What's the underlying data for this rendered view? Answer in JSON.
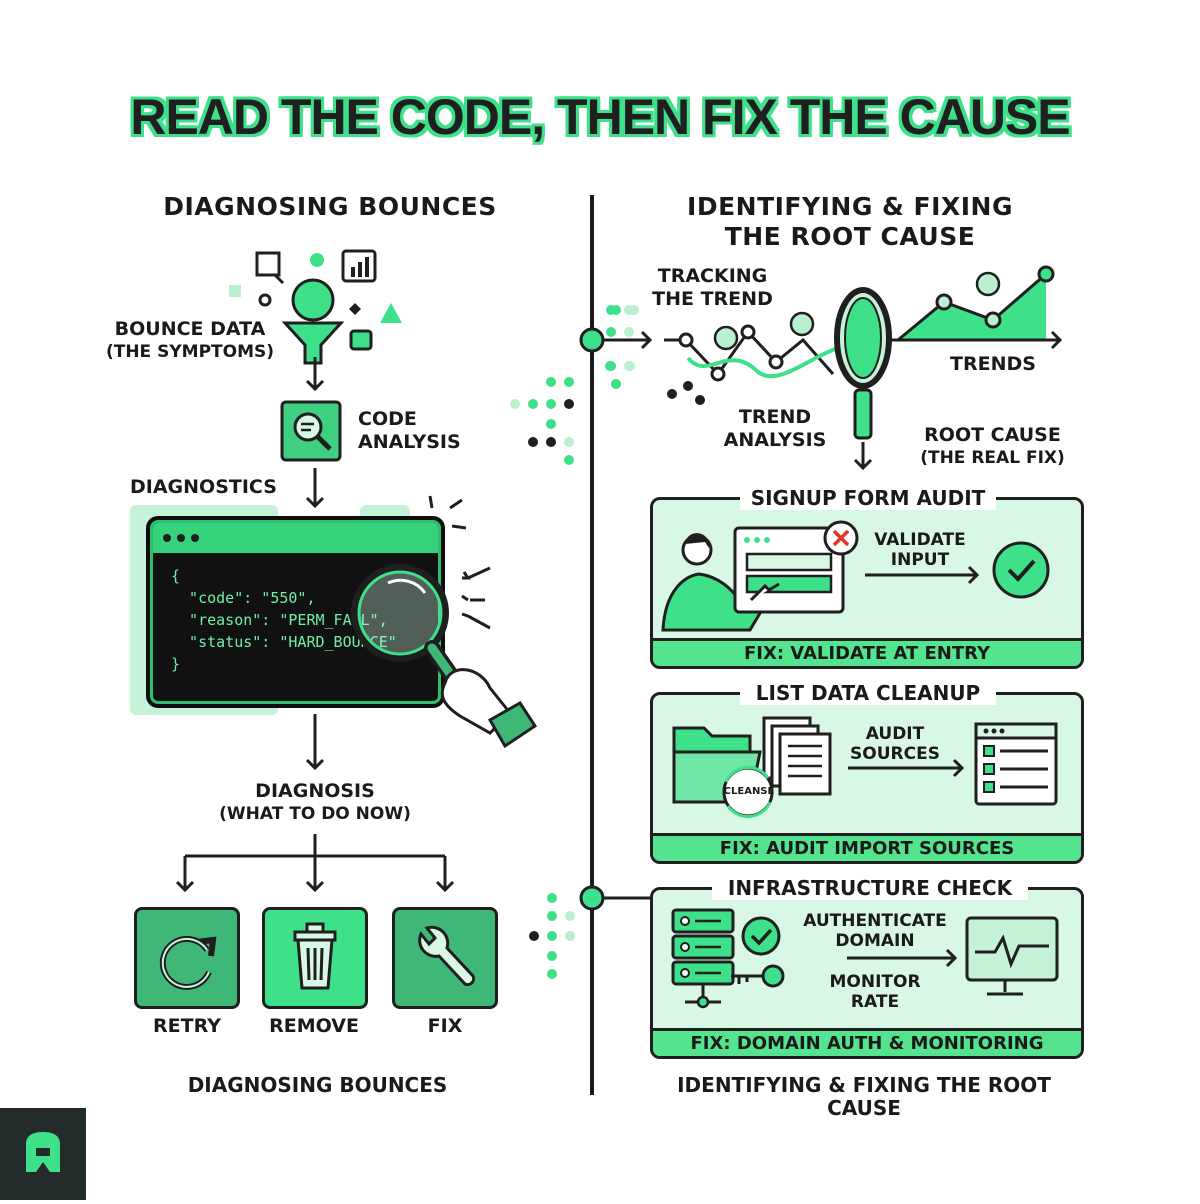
{
  "title": "READ THE CODE, THEN FIX THE CAUSE",
  "left": {
    "heading": "DIAGNOSING BOUNCES",
    "bounce_data": "BOUNCE DATA",
    "bounce_data_sub": "(THE SYMPTOMS)",
    "code_analysis_1": "CODE",
    "code_analysis_2": "ANALYSIS",
    "diagnostics": "DIAGNOSTICS",
    "code_lines": {
      "open": "{",
      "code": "  \"code\": \"550\",",
      "reason": "  \"reason\": \"PERM_FAIL\",",
      "status": "  \"status\": \"HARD_BOUNCE\"",
      "close": "}"
    },
    "diagnosis": "DIAGNOSIS",
    "diagnosis_sub": "(WHAT TO DO NOW)",
    "actions": [
      {
        "label": "RETRY",
        "icon": "retry-icon"
      },
      {
        "label": "REMOVE",
        "icon": "trash-icon"
      },
      {
        "label": "FIX",
        "icon": "wrench-icon"
      }
    ],
    "footer": "DIAGNOSING BOUNCES"
  },
  "right": {
    "heading_1": "IDENTIFYING & FIXING",
    "heading_2": "THE ROOT CAUSE",
    "tracking_1": "TRACKING",
    "tracking_2": "THE TREND",
    "trends": "TRENDS",
    "trend_analysis_1": "TREND",
    "trend_analysis_2": "ANALYSIS",
    "root_cause": "ROOT CAUSE",
    "root_cause_sub": "(THE REAL FIX)",
    "cards": [
      {
        "title": "SIGNUP FORM AUDIT",
        "step_1": "VALIDATE",
        "step_2": "INPUT",
        "fix": "FIX: VALIDATE AT ENTRY"
      },
      {
        "title": "LIST DATA CLEANUP",
        "step_1": "AUDIT",
        "step_2": "SOURCES",
        "badge": "CLEANSE",
        "fix": "FIX: AUDIT IMPORT SOURCES"
      },
      {
        "title": "INFRASTRUCTURE CHECK",
        "step_1": "AUTHENTICATE",
        "step_2": "DOMAIN",
        "step_3": "MONITOR",
        "step_4": "RATE",
        "fix": "FIX: DOMAIN AUTH & MONITORING"
      }
    ],
    "footer": "IDENTIFYING & FIXING THE ROOT CAUSE"
  },
  "colors": {
    "accent": "#3ee08a",
    "dark": "#1f1f1f",
    "panel": "#d9f7e5",
    "button": "#3fb877"
  }
}
